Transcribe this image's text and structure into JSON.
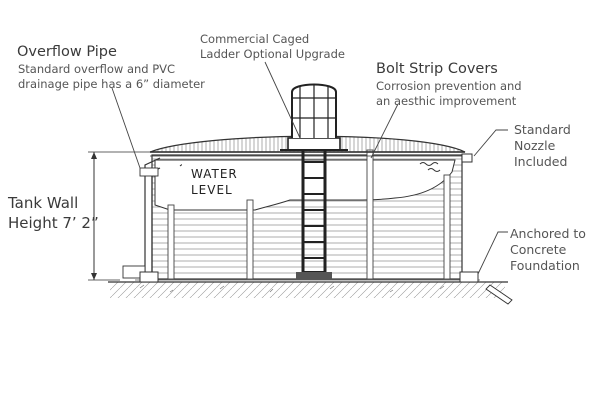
{
  "callouts": {
    "overflow": {
      "title": "Overflow Pipe",
      "line1": "Standard overflow and PVC",
      "line2": "drainage pipe has a 6” diameter"
    },
    "ladder": {
      "line1": "Commercial Caged",
      "line2": "Ladder Optional Upgrade"
    },
    "bolt": {
      "title": "Bolt Strip Covers",
      "line1": "Corrosion prevention and",
      "line2": "an aesthic improvement"
    },
    "nozzle": {
      "line1": "Standard",
      "line2": "Nozzle",
      "line3": "Included"
    },
    "anchor": {
      "line1": "Anchored to",
      "line2": "Concrete",
      "line3": "Foundation"
    },
    "wall": {
      "line1": "Tank Wall",
      "line2": "Height 7’ 2”"
    },
    "water": {
      "line1": "WATER",
      "line2": "LEVEL"
    }
  }
}
